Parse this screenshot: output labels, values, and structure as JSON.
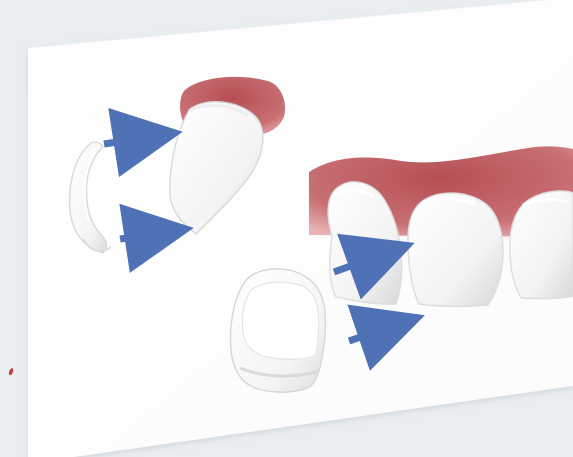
{
  "diagram": {
    "nodes": [
      {
        "id": "veneer-profile",
        "kind": "veneer side view"
      },
      {
        "id": "tooth-profile",
        "kind": "tooth side view with gum"
      },
      {
        "id": "veneer-front",
        "kind": "veneer front view"
      },
      {
        "id": "teeth-row",
        "kind": "upper teeth with gum"
      }
    ],
    "edges": [
      {
        "from": "veneer-profile",
        "to": "tooth-profile",
        "label": ""
      },
      {
        "from": "veneer-profile",
        "to": "tooth-profile",
        "label": ""
      },
      {
        "from": "veneer-front",
        "to": "teeth-row",
        "label": ""
      },
      {
        "from": "veneer-front",
        "to": "teeth-row",
        "label": ""
      }
    ]
  },
  "colors": {
    "background": "#e9eef1",
    "card": "#ffffff",
    "gum": "#b85c5f",
    "tooth": "#f8f8f8",
    "tooth_shadow": "#d9d9d9",
    "arrow": "#4f72b6",
    "edge_mark": "#c8373d"
  }
}
